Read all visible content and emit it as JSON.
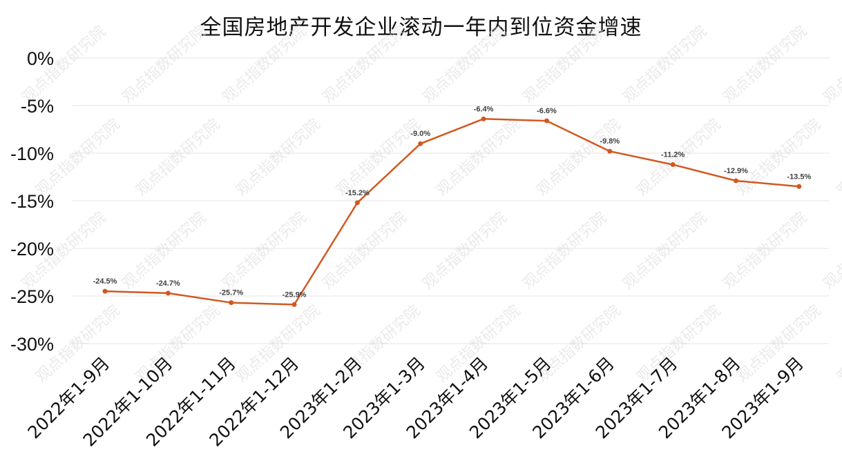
{
  "chart_data": {
    "type": "line",
    "title": "全国房地产开发企业滚动一年内到位资金增速",
    "xlabel": "",
    "ylabel": "",
    "categories": [
      "2022年1-9月",
      "2022年1-10月",
      "2022年1-11月",
      "2022年1-12月",
      "2023年1-2月",
      "2023年1-3月",
      "2023年1-4月",
      "2023年1-5月",
      "2023年1-6月",
      "2023年1-7月",
      "2023年1-8月",
      "2023年1-9月"
    ],
    "series": [
      {
        "values": [
          -24.5,
          -24.7,
          -25.7,
          -25.9,
          -15.2,
          -9.0,
          -6.4,
          -6.6,
          -9.8,
          -11.2,
          -12.9,
          -13.5
        ]
      }
    ],
    "data_labels": [
      "-24.5%",
      "-24.7%",
      "-25.7%",
      "-25.9%",
      "-15.2%",
      "-9.0%",
      "-6.4%",
      "-6.6%",
      "-9.8%",
      "-11.2%",
      "-12.9%",
      "-13.5%"
    ],
    "y_ticks": [
      0,
      -5,
      -10,
      -15,
      -20,
      -25,
      -30
    ],
    "y_tick_labels": [
      "0%",
      "-5%",
      "-10%",
      "-15%",
      "-20%",
      "-25%",
      "-30%"
    ],
    "ylim": [
      -30,
      0
    ],
    "grid": true,
    "legend": "none",
    "line_color": "#d2581f",
    "grid_color": "#e3e3e3"
  },
  "watermark": "观点指数研究院"
}
